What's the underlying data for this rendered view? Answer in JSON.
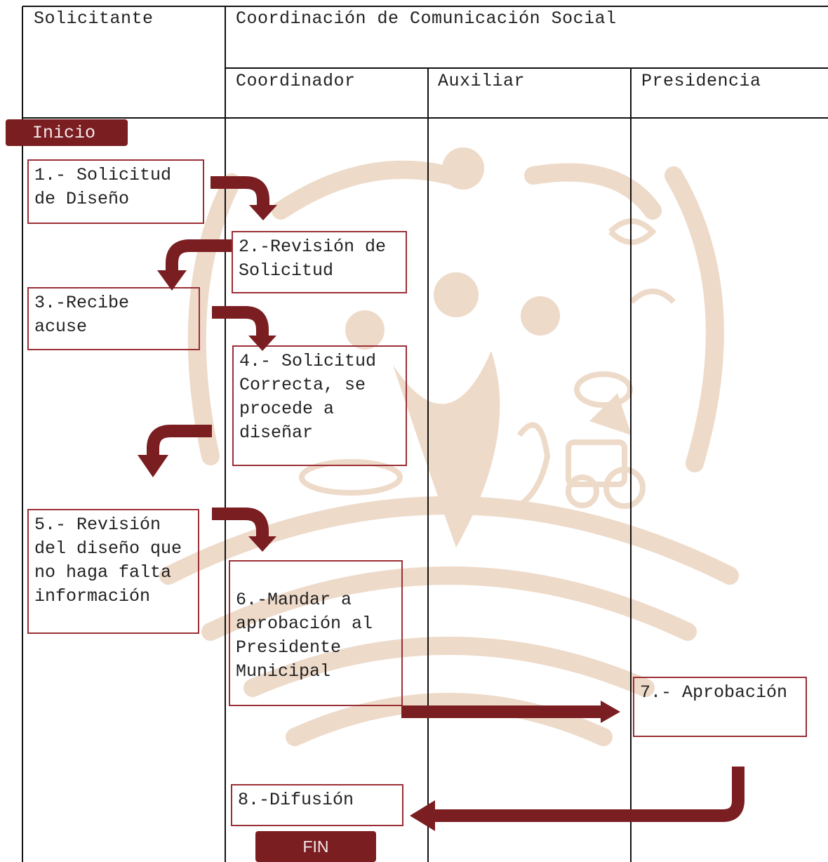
{
  "colors": {
    "arrow": "#7a1e22",
    "box_border": "#9b2f36",
    "watermark": "#eedac9",
    "grid": "#111111"
  },
  "headers": {
    "solicitante": "Solicitante",
    "coordinacion": "Coordinación de Comunicación Social",
    "coordinador": "Coordinador",
    "auxiliar": "Auxiliar",
    "presidencia": "Presidencia"
  },
  "start_label": "Inicio",
  "end_label": "FIN",
  "steps": [
    {
      "id": 1,
      "text": "1.- Solicitud\nde Diseño"
    },
    {
      "id": 2,
      "text": "2.-Revisión de\nSolicitud"
    },
    {
      "id": 3,
      "text": "3.-Recibe\nacuse"
    },
    {
      "id": 4,
      "text": "4.- Solicitud\nCorrecta, se\nprocede a\ndiseñar"
    },
    {
      "id": 5,
      "text": "5.- Revisión\ndel diseño que\nno haga falta\ninformación"
    },
    {
      "id": 6,
      "text": "6.-Mandar a\naprobación al\nPresidente\nMunicipal"
    },
    {
      "id": 7,
      "text": "7.- Aprobación"
    },
    {
      "id": 8,
      "text": "8.-Difusión"
    }
  ],
  "connectors": [
    {
      "from": 1,
      "to": 2
    },
    {
      "from": 2,
      "to": 3
    },
    {
      "from": 3,
      "to": 4
    },
    {
      "from": 4,
      "to": 5
    },
    {
      "from": 5,
      "to": 6
    },
    {
      "from": 6,
      "to": 7
    },
    {
      "from": 7,
      "to": 8
    }
  ]
}
